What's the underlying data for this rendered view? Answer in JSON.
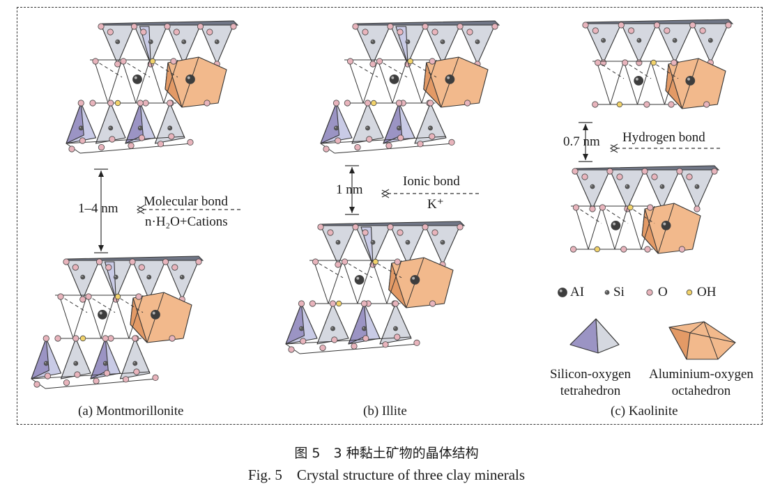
{
  "panels": {
    "a": {
      "caption": "(a) Montmorillonite",
      "distance": "1–4 nm",
      "bond_line1": "Molecular bond",
      "bond_line2": "n·H₂O+Cations"
    },
    "b": {
      "caption": "(b) Illite",
      "distance": "1 nm",
      "bond_line1": "Ionic bond",
      "bond_line2": "K⁺"
    },
    "c": {
      "caption": "(c) Kaolinite",
      "distance": "0.7 nm",
      "bond_line1": "Hydrogen bond"
    }
  },
  "legend": {
    "atoms": [
      {
        "symbol": "AI",
        "color": "#555555"
      },
      {
        "symbol": "Si",
        "color": "#777777"
      },
      {
        "symbol": "O",
        "color": "#e8b4bc"
      },
      {
        "symbol": "OH",
        "color": "#f2d36b"
      }
    ],
    "tetra_line1": "Silicon-oxygen",
    "tetra_line2": "tetrahedron",
    "octa_line1": "Aluminium-oxygen",
    "octa_line2": "octahedron"
  },
  "figure_caption": {
    "zh": "图 5　3 种黏土矿物的晶体结构",
    "en": "Fig. 5　Crystal structure of three clay minerals"
  },
  "colors": {
    "tetra_face": "#c9cbe6",
    "tetra_dark": "#9b94c4",
    "octa_face": "#f2b98c",
    "octa_dark": "#e39a66",
    "sheet_top": "#707686",
    "sheet_grey": "#d5d8e0"
  }
}
